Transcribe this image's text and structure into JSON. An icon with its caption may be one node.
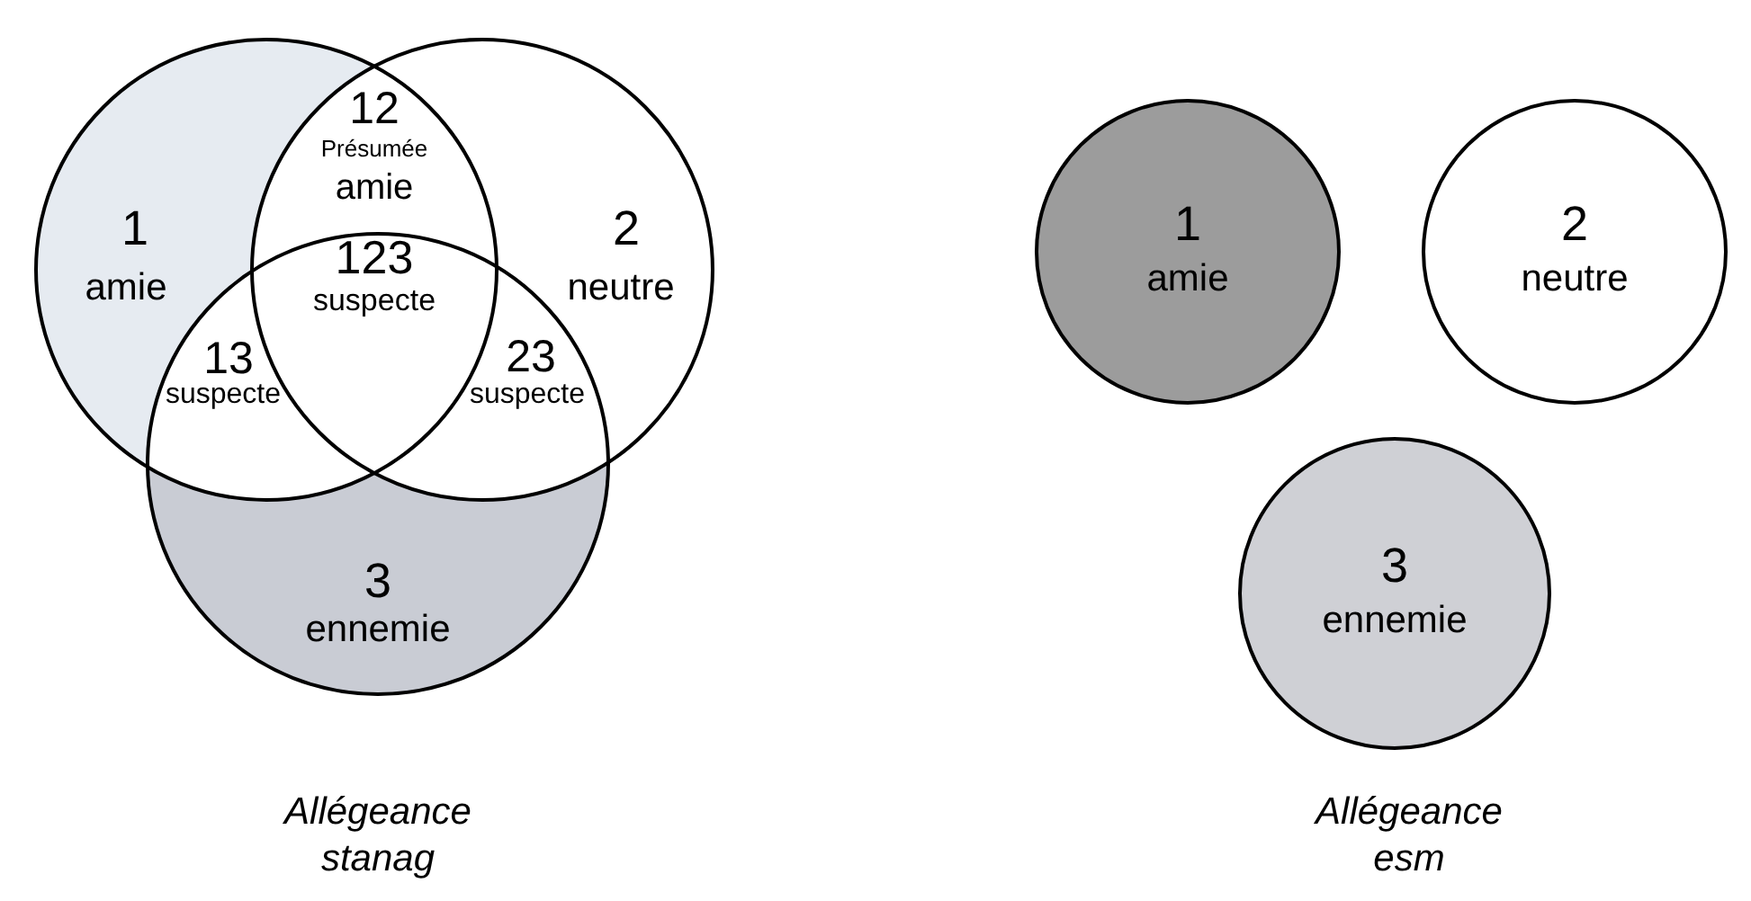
{
  "diagram": {
    "nodes": [
      {
        "text": [
          "1",
          "amie"
        ]
      },
      {
        "text": [
          "2",
          "neutre"
        ]
      },
      {
        "text": [
          "3",
          "ennemie"
        ]
      },
      {
        "text": [
          "1",
          "amie"
        ]
      },
      {
        "text": [
          "2",
          "neutre"
        ]
      },
      {
        "text": [
          "3",
          "ennemie"
        ]
      }
    ],
    "labels": [
      "12",
      "Présumée",
      "amie",
      "123",
      "suspecte",
      "13",
      "suspecte",
      "23",
      "suspecte",
      "Allégeance stanag",
      "Allégeance esm"
    ]
  }
}
